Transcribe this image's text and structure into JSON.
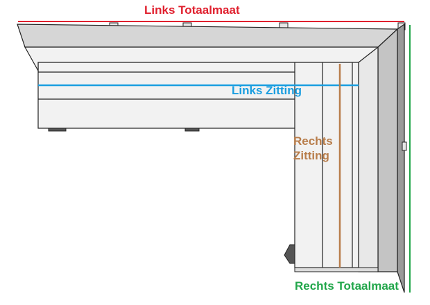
{
  "labels": {
    "left_total": "Links Totaalmaat",
    "left_seat": "Links Zitting",
    "right_seat_line1": "Rechts",
    "right_seat_line2": "Zitting",
    "right_total": "Rechts Totaalmaat"
  },
  "colors": {
    "left_total": "#e0202e",
    "left_seat": "#1a9ee0",
    "right_seat": "#b87d4b",
    "right_total": "#21a64a",
    "sofa_light": "#f2f2f2",
    "sofa_mid": "#d6d6d6",
    "sofa_dark": "#9a9a9a",
    "outline": "#222222"
  }
}
